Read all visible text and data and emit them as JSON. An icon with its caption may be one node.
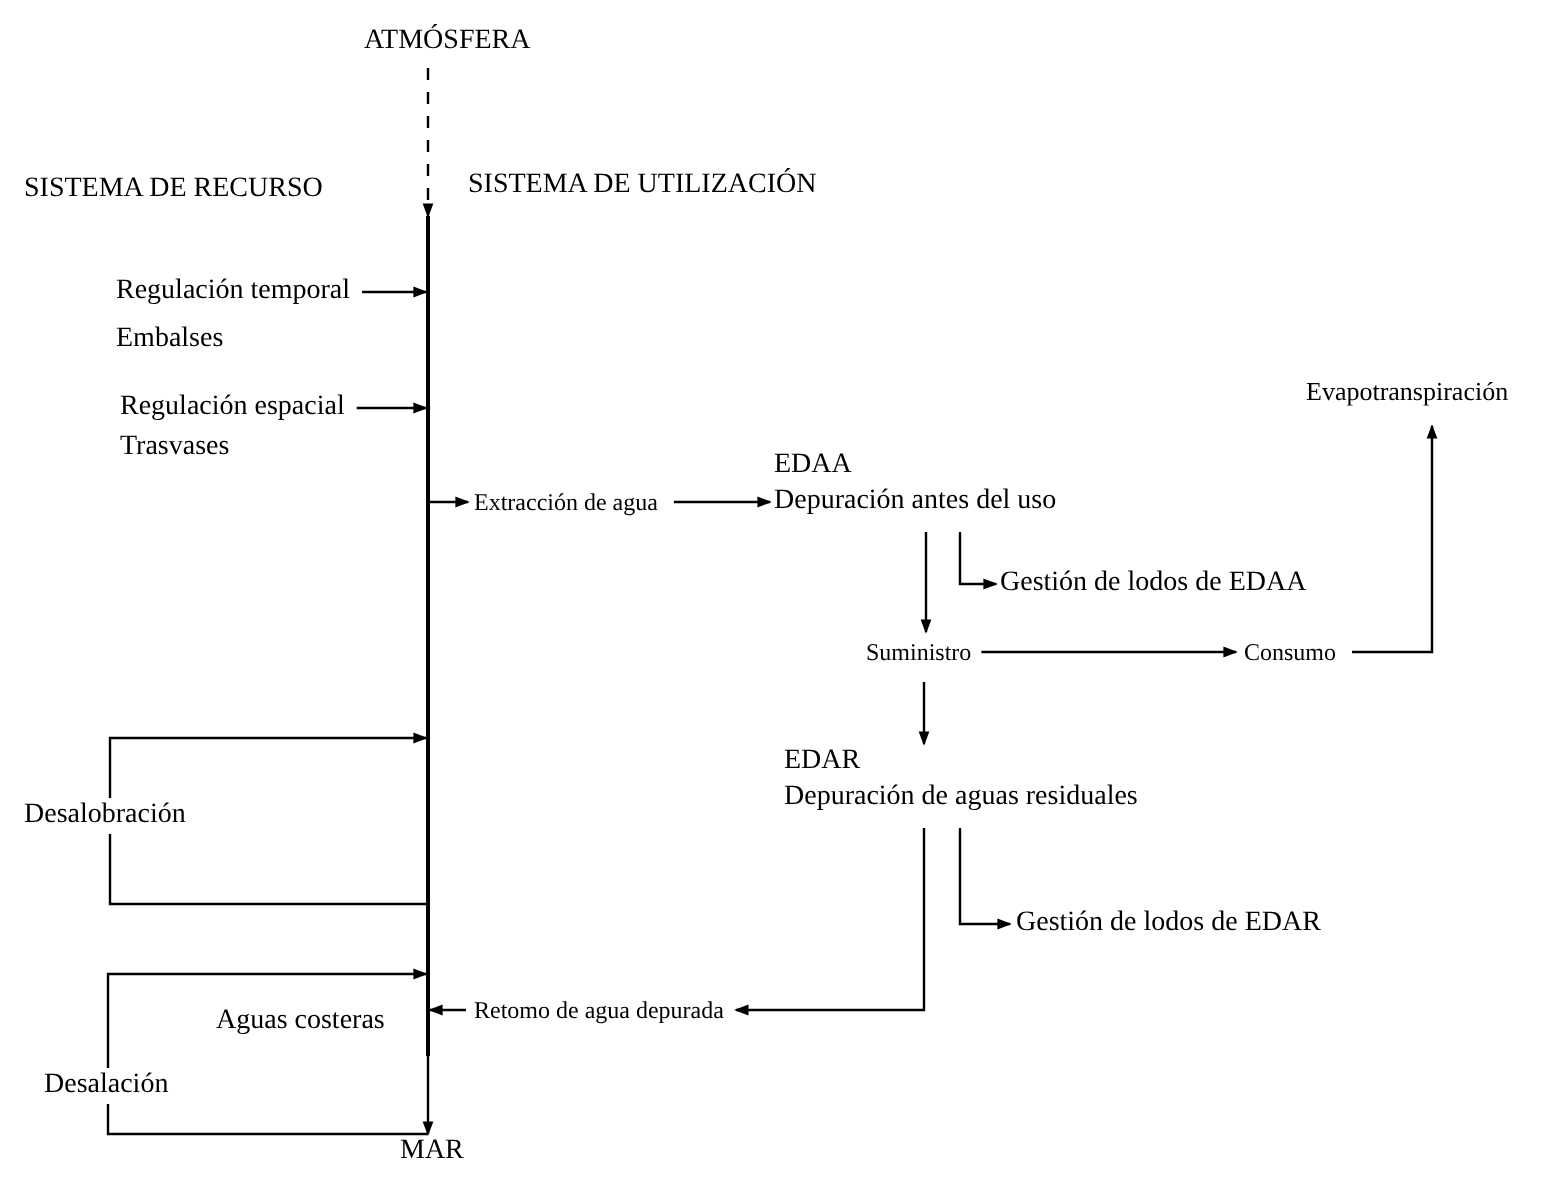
{
  "diagram": {
    "nodes": [
      {
        "text": [
          "ATMÓSFERA"
        ]
      },
      {
        "text": [],
        "shape": "bar"
      },
      {
        "text": [
          "Regulación temporal",
          "Embalses"
        ]
      },
      {
        "text": [
          "Regulación espacial",
          "Trasvases"
        ]
      },
      {
        "text": [
          "Extracción de agua"
        ]
      },
      {
        "text": [
          "EDAA",
          "Depuración antes del uso"
        ]
      },
      {
        "text": [
          "Gestión de lodos de EDAA"
        ]
      },
      {
        "text": [
          "Suministro"
        ]
      },
      {
        "text": [
          "Consumo"
        ]
      },
      {
        "text": [
          "Evapotranspiración"
        ]
      },
      {
        "text": [
          "EDAR",
          "Depuración de aguas residuales"
        ]
      },
      {
        "text": [
          "Gestión de lodos de EDAR"
        ]
      },
      {
        "text": [
          "Retomo de agua depurada"
        ]
      },
      {
        "text": [
          "Desalobración"
        ]
      },
      {
        "text": [
          "Desalación"
        ]
      },
      {
        "text": [
          "MAR"
        ]
      }
    ],
    "edges": [
      {
        "from": 0,
        "to": 1,
        "arrow": "to",
        "style": "dashed"
      },
      {
        "from": 2,
        "to": 1,
        "arrow": "to"
      },
      {
        "from": 3,
        "to": 1,
        "arrow": "to"
      },
      {
        "from": 1,
        "to": 4,
        "arrow": "to"
      },
      {
        "from": 4,
        "to": 5,
        "arrow": "to"
      },
      {
        "from": 5,
        "to": 7,
        "arrow": "to"
      },
      {
        "from": 5,
        "to": 6,
        "arrow": "to"
      },
      {
        "from": 7,
        "to": 8,
        "arrow": "to"
      },
      {
        "from": 8,
        "to": 9,
        "arrow": "to"
      },
      {
        "from": 7,
        "to": 10,
        "arrow": "to"
      },
      {
        "from": 10,
        "to": 11,
        "arrow": "to"
      },
      {
        "from": 10,
        "to": 12,
        "arrow": "to"
      },
      {
        "from": 12,
        "to": 1,
        "arrow": "to"
      },
      {
        "from": 1,
        "to": 13,
        "arrow": "none"
      },
      {
        "from": 13,
        "to": 1,
        "arrow": "to"
      },
      {
        "from": 14,
        "to": 1,
        "arrow": "to"
      },
      {
        "from": 14,
        "to": 15,
        "arrow": "none"
      },
      {
        "from": 1,
        "to": 15,
        "arrow": "to"
      }
    ],
    "labels": [
      "SISTEMA DE RECURSO",
      "SISTEMA DE UTILIZACIÓN",
      "Aguas costeras"
    ]
  }
}
